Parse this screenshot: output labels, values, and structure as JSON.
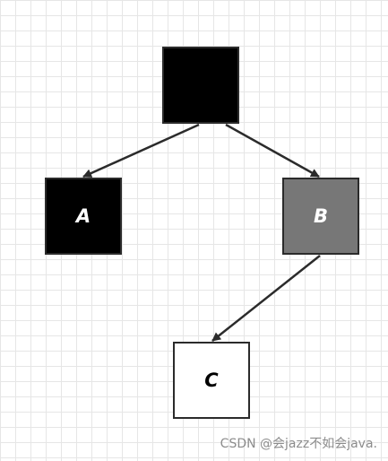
{
  "nodes": {
    "root": {
      "label": "",
      "fill": "#000000",
      "text_color": "#ffffff"
    },
    "a": {
      "label": "A",
      "fill": "#000000",
      "text_color": "#ffffff"
    },
    "b": {
      "label": "B",
      "fill": "#777777",
      "text_color": "#ffffff"
    },
    "c": {
      "label": "C",
      "fill": "#ffffff",
      "text_color": "#000000"
    }
  },
  "edges": [
    {
      "from": "root",
      "to": "a"
    },
    {
      "from": "root",
      "to": "b"
    },
    {
      "from": "b",
      "to": "c"
    }
  ],
  "colors": {
    "edge": "#2b2b2b",
    "grid": "#e6e6e6"
  },
  "watermark": "CSDN @会jazz不如会java."
}
